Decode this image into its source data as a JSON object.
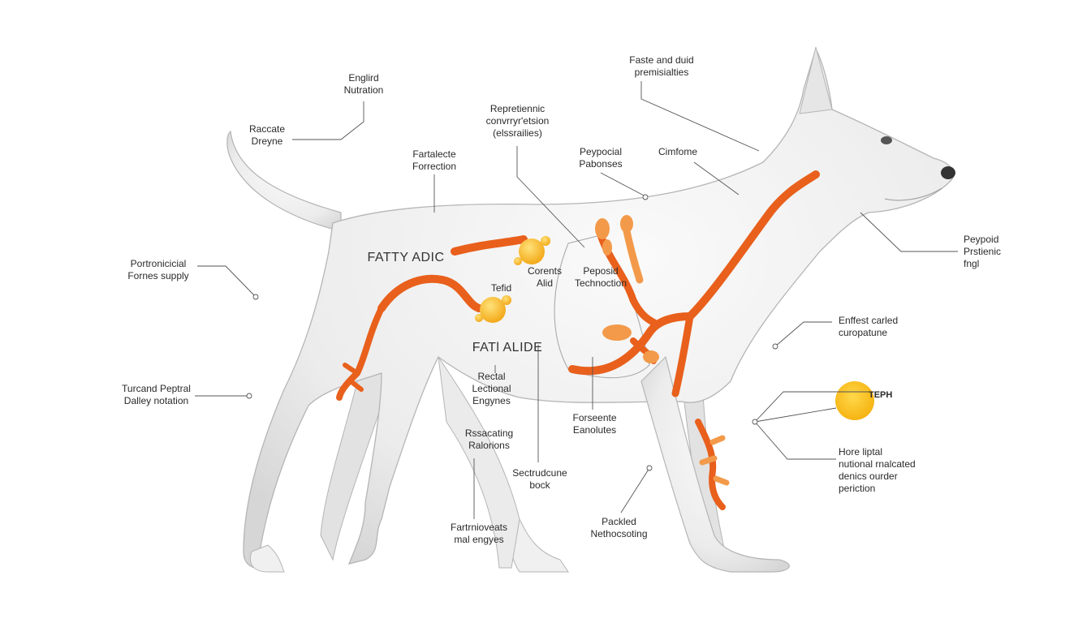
{
  "labels": {
    "english_nutrition": "Englird\nNutration",
    "raccate_dreyne": "Raccate\nDreyne",
    "fartalecte_forrection": "Fartalecte\nForrection",
    "repretiennic": "Repretiennic\nconvrryr'etsion\n(elssrailies)",
    "fatty_adic": "FATTY ADIC",
    "corents_alid": "Corents\nAlid",
    "tefid": "Tefid",
    "peypocial_pabonses": "Peypocial\nPabonses",
    "faste_and_duid": "Faste and duid\npremisialties",
    "cimfome": "Cimfome",
    "peypoid_prstienic": "Peypoid\nPrstienic\nfngl",
    "portronicial": "Portronicicial\nFornes supply",
    "peposid_technoction": "Peposid\nTechnoction",
    "fatl_alide": "FATl ALIDE",
    "enffest_carled": "Enffest carled\ncuropatune",
    "turcand_peptral": "Turcand Peptral\nDalley notation",
    "teph": "TEPH",
    "rectal_lectional": "Rectal\nLectional\nEngynes",
    "rssacating_ralorions": "Rssacating\nRalorions",
    "forseente_eanolutes": "Forseente\nEanolutes",
    "hore_liptal": "Hore liptal\nnutional rnalcated\ndenics ourder\nperiction",
    "sectrudeune_bock": "Sectrudcune\nbock",
    "fartrnioveats": "Fartrnioveats\nmal engyes",
    "packled_nethocsoting": "Packled\nNethocsoting"
  },
  "colors": {
    "vessel": "#e8601c",
    "vessel_light": "#f39a4a",
    "molecule": "#f5b820",
    "dog_fill": "#eeeeee",
    "dog_stroke": "#b5b5b5"
  }
}
